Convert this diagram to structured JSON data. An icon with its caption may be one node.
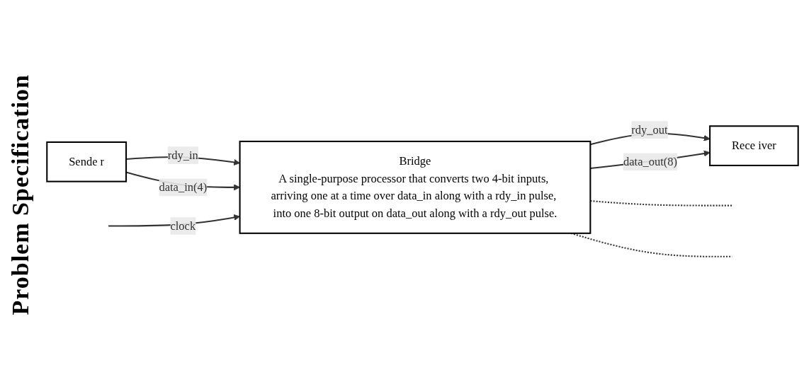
{
  "diagram": {
    "nodes": [
      {
        "text": [
          "Sende r"
        ]
      },
      {
        "text": [
          "Bridge",
          "A single-purpose processor that converts two 4-bit inputs, arriving one at a time over data_in along with a rdy_in pulse, into one 8-bit output on data_out along with a rdy_out pulse."
        ]
      },
      {
        "text": [
          "Rece iver"
        ]
      }
    ],
    "edges": [
      {
        "from": 0,
        "to": 1,
        "arrow": "to",
        "label": "rdy_in"
      },
      {
        "from": null,
        "to": 1,
        "arrow": "to",
        "label": "clock"
      },
      {
        "from": 0,
        "to": 1,
        "arrow": "to",
        "label": "data_in(4)"
      },
      {
        "from": 1,
        "to": 2,
        "arrow": "to",
        "label": "rdy_out"
      },
      {
        "from": 1,
        "to": 2,
        "arrow": "to",
        "label": "data_out(8)"
      },
      {
        "from": 1,
        "to": null,
        "arrow": "none",
        "style": "dashed"
      },
      {
        "from": 1,
        "to": null,
        "arrow": "none",
        "style": "dashed"
      }
    ],
    "labels": [
      "Problem Specification"
    ]
  }
}
